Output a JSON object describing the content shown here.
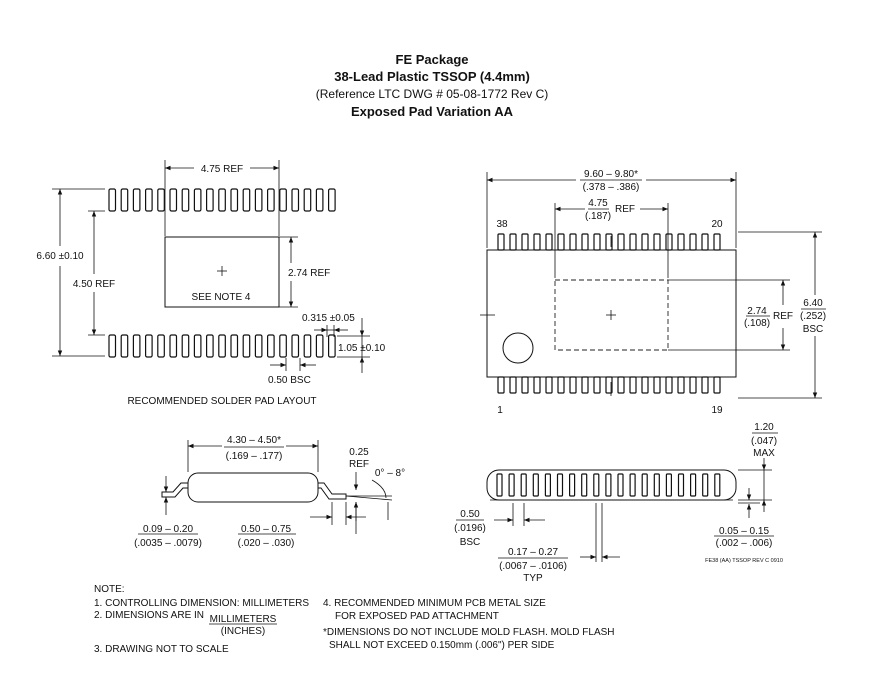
{
  "title": {
    "package": "FE Package",
    "lead": "38-Lead Plastic TSSOP (4.4mm)",
    "reference": "(Reference LTC DWG # 05-08-1772 Rev C)",
    "variation": "Exposed Pad Variation AA"
  },
  "solder_layout": {
    "caption": "RECOMMENDED SOLDER PAD LAYOUT",
    "pad_count_per_row": 19,
    "dim_width_ref": "4.75 REF",
    "dim_height_total": "6.60 ±0.10",
    "dim_height_ref": "4.50 REF",
    "dim_exposed_height": "2.74 REF",
    "see_note": "SEE NOTE 4",
    "dim_pad_width": "0.315 ±0.05",
    "dim_pad_length": "1.05 ±0.10",
    "dim_pitch": "0.50 BSC"
  },
  "top_view": {
    "lead_count_per_side": 19,
    "dim_length_mm": "9.60 – 9.80*",
    "dim_length_in": "(.378 – .386)",
    "dim_pad_mm": "4.75",
    "dim_pad_in": "(.187)",
    "dim_pad_ref": "REF",
    "pin_38": "38",
    "pin_20": "20",
    "pin_1": "1",
    "pin_19": "19",
    "dim_pad_h_mm": "2.74",
    "dim_pad_h_in": "(.108)",
    "dim_pad_h_ref": "REF",
    "dim_width_mm": "6.40",
    "dim_width_in": "(.252)",
    "dim_width_bsc": "BSC"
  },
  "side_view": {
    "dim_body_mm": "4.30 – 4.50*",
    "dim_body_in": "(.169 – .177)",
    "dim_lead_thk_mm": "0.25",
    "dim_lead_thk_ref": "REF",
    "dim_angle": "0° – 8°",
    "dim_lead_t_mm": "0.09 – 0.20",
    "dim_lead_t_in": "(.0035 – .0079)",
    "dim_foot_mm": "0.50 – 0.75",
    "dim_foot_in": "(.020 – .030)"
  },
  "end_view": {
    "dim_height_mm": "1.20",
    "dim_height_in": "(.047)",
    "dim_height_max": "MAX",
    "dim_pitch_mm": "0.50",
    "dim_pitch_in": "(.0196)",
    "dim_pitch_bsc": "BSC",
    "dim_lead_w_mm": "0.17 – 0.27",
    "dim_lead_w_in": "(.0067 – .0106)",
    "dim_lead_w_typ": "TYP",
    "dim_standoff_mm": "0.05 – 0.15",
    "dim_standoff_in": "(.002 – .006)",
    "drawing_id": "FE38 (AA) TSSOP REV C 0910"
  },
  "notes": {
    "heading": "NOTE:",
    "n1": "1. CONTROLLING DIMENSION: MILLIMETERS",
    "n2_prefix": "2. DIMENSIONS ARE IN",
    "n2_num": "MILLIMETERS",
    "n2_den": "(INCHES)",
    "n3": "3. DRAWING NOT TO SCALE",
    "n4a": "4. RECOMMENDED MINIMUM PCB METAL SIZE",
    "n4b": "FOR EXPOSED PAD ATTACHMENT",
    "n5a": "*DIMENSIONS DO NOT INCLUDE MOLD FLASH. MOLD FLASH",
    "n5b": "SHALL NOT EXCEED 0.150mm (.006\") PER SIDE"
  }
}
